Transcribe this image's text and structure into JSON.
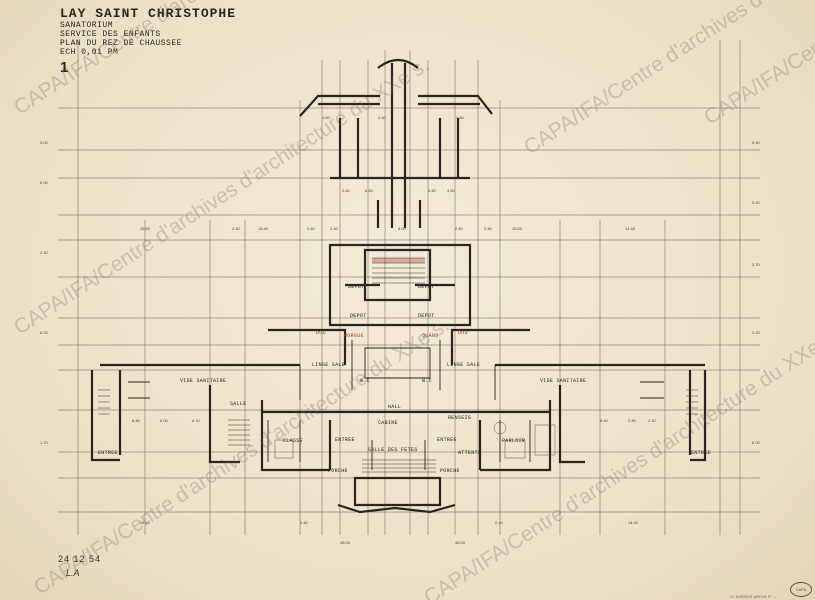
{
  "title": {
    "main": "LAY SAINT CHRISTOPHE",
    "line1": "SANATORIUM",
    "line2": "SERVICE DES ENFANTS",
    "line3": "PLAN DU REZ DE CHAUSSEE",
    "line4": "ECH 0,01 PM",
    "sheet_number": "1"
  },
  "date": "24 12 54",
  "initials": "L.A",
  "rooms": {
    "depot_l1": "DEPOT",
    "depot_r1": "DEPOT",
    "depot_l2": "DEPOT",
    "depot_r2": "DEPOT",
    "vide_sanitaire_l": "VIDE SANITAIRE",
    "vide_sanitaire_r": "VIDE SANITAIRE",
    "linge_sale_l": "LINGE SALE",
    "linge_sale_r": "LINGE SALE",
    "wc_l": "W.C",
    "wc_r": "W.C",
    "hall": "HALL",
    "cabine": "CABINE",
    "renseig": "RENSEIG",
    "classe": "CLASSE",
    "salle_des_fetes": "SALLE DES FETES",
    "parloir": "PARLOIR",
    "entree_c1": "ENTREE",
    "entree_c2": "ENTREE",
    "entree_side_l": "ENTREE",
    "entree_side_r": "ENTREE",
    "porche_l": "PORCHE",
    "porche_r": "PORCHE",
    "attente": "ATTENTE",
    "salle": "SALLE",
    "morgue": "MORGUE",
    "quand": "QUAND",
    "dou_l": "DOU",
    "dou_r": "DOU"
  },
  "dims": [
    "4.80",
    "2.40",
    "4.80",
    "2.40",
    "6.40",
    "2.40",
    "4.80",
    "2.40",
    "15.60",
    "2.40",
    "15.60",
    "2.40",
    "14.40",
    "18.40",
    "2.40",
    "8.00",
    "2.40",
    "14.40",
    "2.40",
    "48.00",
    "14.40",
    "2.40",
    "48.00",
    "6.40",
    "6.00",
    "6.10",
    "6.40",
    "2.40",
    "2.40",
    "3.00",
    "6.00",
    "2.40",
    "6.20",
    "1.70",
    "6.40",
    "3.40",
    "2.70",
    "2.20",
    "8.00"
  ],
  "watermark": "CAPA/IFA/Centre d'archives d'architecture du XXe s.",
  "stamp": "CAPA",
  "stamp_caption": "Cl. AGENCE ARCHI. P. ..."
}
